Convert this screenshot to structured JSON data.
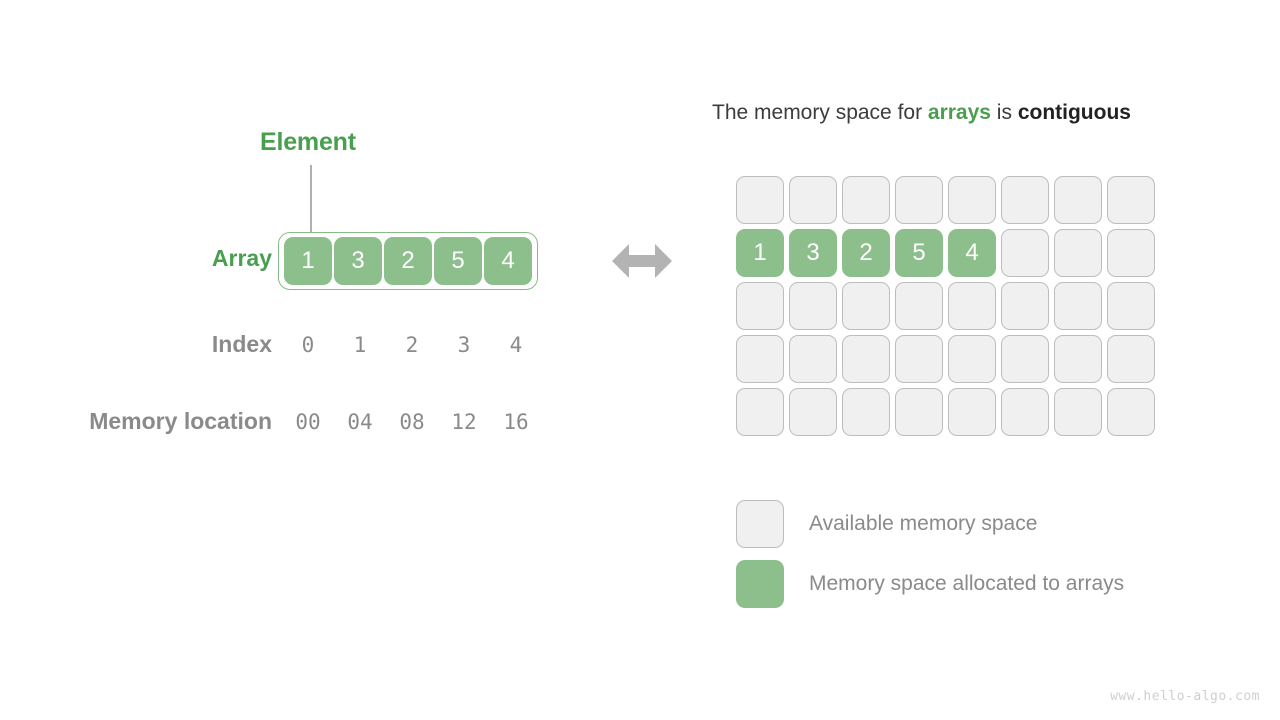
{
  "left": {
    "element_label": "Element",
    "array_label": "Array",
    "index_label": "Index",
    "memory_location_label": "Memory location",
    "array_values": [
      "1",
      "3",
      "2",
      "5",
      "4"
    ],
    "index_values": [
      "0",
      "1",
      "2",
      "3",
      "4"
    ],
    "memory_locations": [
      "00",
      "04",
      "08",
      "12",
      "16"
    ],
    "connector_icon": "double-arrow-icon"
  },
  "right": {
    "title_parts": {
      "lead": "The memory space for ",
      "accent": "arrays",
      "middle": " is ",
      "strong": "contiguous"
    },
    "grid": {
      "columns": 8,
      "rows": 5,
      "allocated_row_index": 1,
      "allocated_values": [
        "1",
        "3",
        "2",
        "5",
        "4"
      ]
    },
    "legend": [
      {
        "swatch": "free",
        "label": "Available memory space"
      },
      {
        "swatch": "used",
        "label": "Memory space allocated to arrays"
      }
    ]
  },
  "watermark": "www.hello-algo.com",
  "colors": {
    "green_fill": "#8cbf8c",
    "green_text": "#4a9e50",
    "grey_text": "#8a8a8a",
    "cell_free_bg": "#f0f0f0",
    "cell_free_border": "#bdbdbd",
    "arrow": "#b3b3b3"
  }
}
